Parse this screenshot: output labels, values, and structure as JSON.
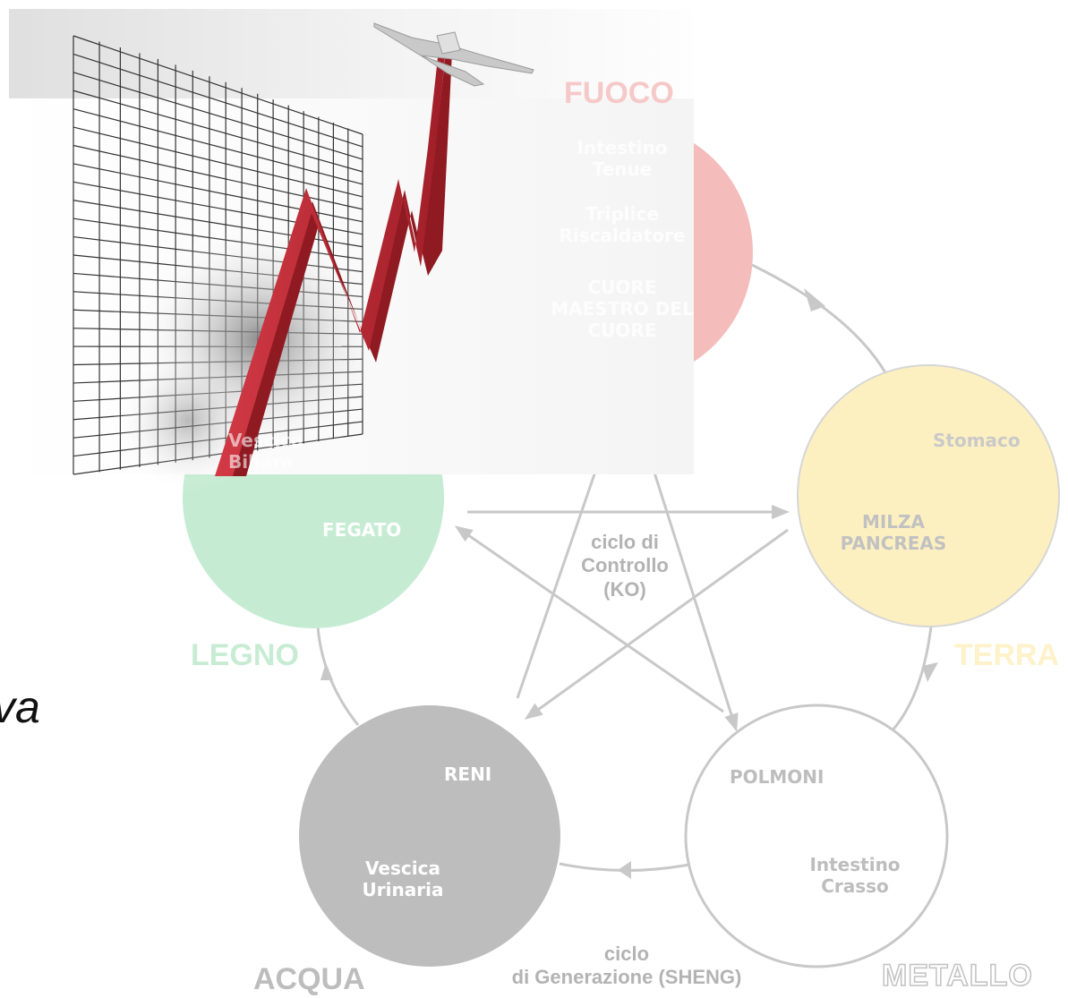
{
  "colors": {
    "fire": "#f5bcbc",
    "wood": "#c5ecd2",
    "earth": "#fdf0c0",
    "water": "#bdbdbd",
    "metal": "#ffffff",
    "arrow": "#c8c8c8",
    "chart_line": "#c0323b"
  },
  "elements": {
    "fire": {
      "label": "FUOCO",
      "organs_top": "Intestino\nTenue",
      "organs_mid": "Triplice\nRiscaldatore",
      "organs_bottom": "CUORE\nMAESTRO DEL\nCUORE"
    },
    "wood": {
      "label": "LEGNO",
      "organ_top": "Vescica\nBiliare",
      "organ_main": "FEGATO"
    },
    "earth": {
      "label": "TERRA",
      "organ_top": "Stomaco",
      "organ_main": "MILZA\nPANCREAS"
    },
    "water": {
      "label": "ACQUA",
      "organ_main": "RENI",
      "organ_bottom": "Vescica\nUrinaria"
    },
    "metal": {
      "label": "METALLO",
      "organ_main": "POLMONI",
      "organ_bottom": "Intestino\nCrasso"
    }
  },
  "cycles": {
    "control": "ciclo di\nControllo\n(KO)",
    "generation": "ciclo\ndi Generazione (SHENG)"
  },
  "side_text": "va",
  "overlay_image": {
    "icon": "rising-chart-photo-icon"
  }
}
